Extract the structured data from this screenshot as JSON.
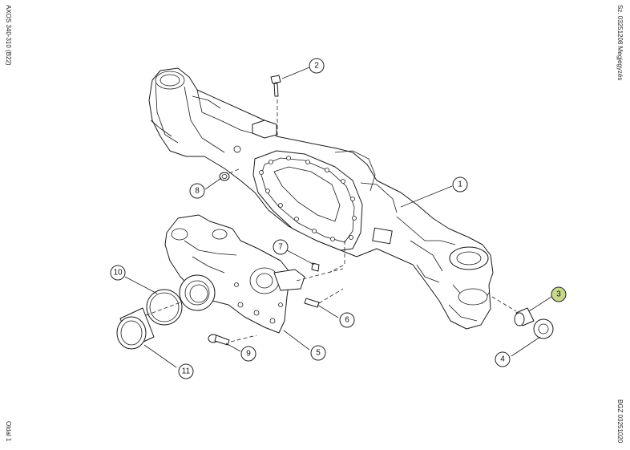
{
  "margin_text": {
    "left_top": "AXOS 340-310 (B22)",
    "left_bottom": "Oldal 1",
    "right_top": "Sz. 03251208   Megjegyzés",
    "right_bottom": "BGZ 03251020"
  },
  "callouts": [
    {
      "id": "1",
      "label": "1"
    },
    {
      "id": "2",
      "label": "2"
    },
    {
      "id": "3",
      "label": "3",
      "highlight_color": "#c9d98a"
    },
    {
      "id": "4",
      "label": "4"
    },
    {
      "id": "5",
      "label": "5"
    },
    {
      "id": "6",
      "label": "6"
    },
    {
      "id": "7",
      "label": "7"
    },
    {
      "id": "8",
      "label": "8"
    },
    {
      "id": "9",
      "label": "9"
    },
    {
      "id": "10",
      "label": "10"
    },
    {
      "id": "11",
      "label": "11"
    }
  ],
  "colors": {
    "line": "#1a1a1a",
    "background": "#ffffff",
    "highlight": "#c9d98a"
  }
}
